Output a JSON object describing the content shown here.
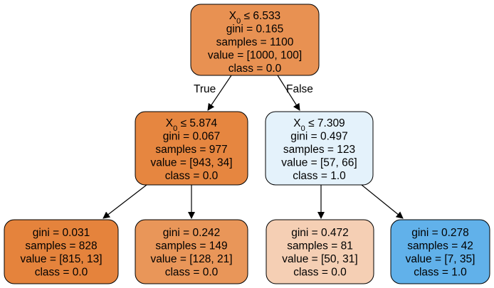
{
  "tree": {
    "nodes": [
      {
        "id": "n0",
        "split_feature": "X",
        "split_sub": "0",
        "split_op": " ≤ ",
        "split_threshold": "6.533",
        "gini": "gini = 0.165",
        "samples": "samples = 1100",
        "value": "value = [1000, 100]",
        "class": "class = 0.0",
        "fill": "#e89152"
      },
      {
        "id": "n1",
        "split_feature": "X",
        "split_sub": "0",
        "split_op": " ≤ ",
        "split_threshold": "5.874",
        "gini": "gini = 0.067",
        "samples": "samples = 977",
        "value": "value = [943, 34]",
        "class": "class = 0.0",
        "fill": "#e68640"
      },
      {
        "id": "n2",
        "split_feature": "X",
        "split_sub": "0",
        "split_op": " ≤ ",
        "split_threshold": "7.309",
        "gini": "gini = 0.497",
        "samples": "samples = 123",
        "value": "value = [57, 66]",
        "class": "class = 1.0",
        "fill": "#e4f2fb"
      },
      {
        "id": "n3",
        "gini": "gini = 0.031",
        "samples": "samples = 828",
        "value": "value = [815, 13]",
        "class": "class = 0.0",
        "fill": "#e5833c"
      },
      {
        "id": "n4",
        "gini": "gini = 0.242",
        "samples": "samples = 149",
        "value": "value = [128, 21]",
        "class": "class = 0.0",
        "fill": "#e99659"
      },
      {
        "id": "n5",
        "gini": "gini = 0.472",
        "samples": "samples = 81",
        "value": "value = [50, 31]",
        "class": "class = 0.0",
        "fill": "#f5cfb4"
      },
      {
        "id": "n6",
        "gini": "gini = 0.278",
        "samples": "samples = 42",
        "value": "value = [7, 35]",
        "class": "class = 1.0",
        "fill": "#61b1ea"
      }
    ],
    "edges": [
      {
        "from": "n0",
        "to": "n1",
        "label": "True"
      },
      {
        "from": "n0",
        "to": "n2",
        "label": "False"
      },
      {
        "from": "n1",
        "to": "n3",
        "label": ""
      },
      {
        "from": "n1",
        "to": "n4",
        "label": ""
      },
      {
        "from": "n2",
        "to": "n5",
        "label": ""
      },
      {
        "from": "n2",
        "to": "n6",
        "label": ""
      }
    ]
  }
}
